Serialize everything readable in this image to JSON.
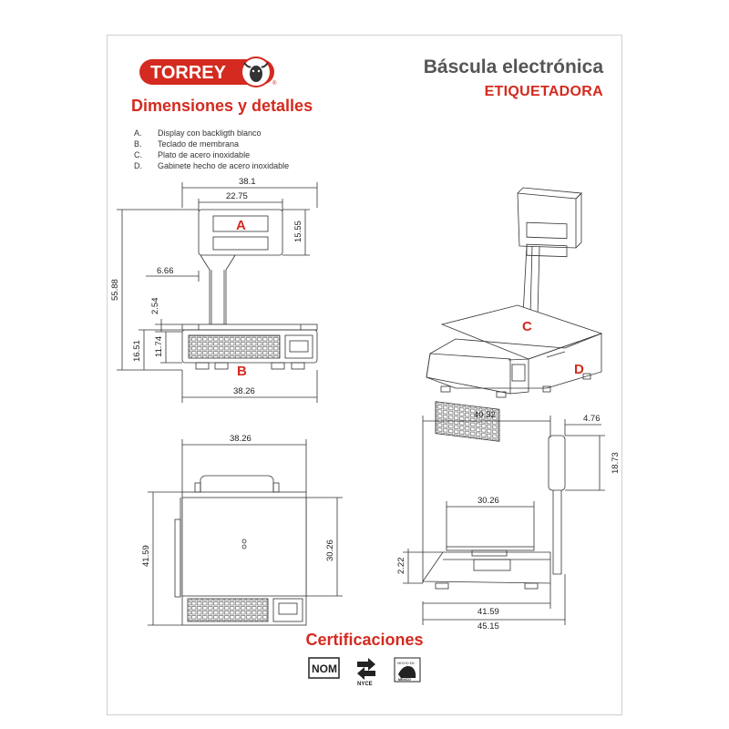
{
  "brand": {
    "logo_text": "TORREY",
    "registered_mark": "®"
  },
  "header": {
    "title": "Báscula electrónica",
    "subtitle": "ETIQUETADORA"
  },
  "details": {
    "title": "Dimensiones y detalles",
    "features": [
      {
        "letter": "A.",
        "text": "Display con backligth blanco"
      },
      {
        "letter": "B.",
        "text": "Teclado de membrana"
      },
      {
        "letter": "C.",
        "text": "Plato de acero inoxidable"
      },
      {
        "letter": "D.",
        "text": "Gabinete hecho de acero inoxidable"
      }
    ]
  },
  "front_view": {
    "dims": {
      "total_width": "38.1",
      "display_width": "22.75",
      "display_height": "15.55",
      "total_height": "55.88",
      "pole_offset": "6.66",
      "plate_gap": "2.54",
      "base_height": "16.51",
      "body_height": "11.74",
      "base_width": "38.26"
    },
    "labels": {
      "a": "A",
      "b": "B"
    }
  },
  "iso_view": {
    "labels": {
      "c": "C",
      "d": "D"
    }
  },
  "top_view": {
    "dims": {
      "width": "38.26",
      "depth": "41.59",
      "plate_depth": "30.26"
    }
  },
  "side_view": {
    "dims": {
      "total_depth": "40.32",
      "display_depth": "4.76",
      "display_height": "18.73",
      "plate_width": "30.26",
      "plate_height": "2.22",
      "base_depth": "41.59",
      "overall_depth": "45.15"
    }
  },
  "certifications": {
    "title": "Certificaciones",
    "nom_label": "NOM",
    "nyce_label": "NYCE",
    "mexico_label": "MÉXICO",
    "mexico_top": "HECHO EN"
  },
  "colors": {
    "accent_red": "#d42a1f",
    "title_gray": "#555555",
    "line": "#333333"
  }
}
